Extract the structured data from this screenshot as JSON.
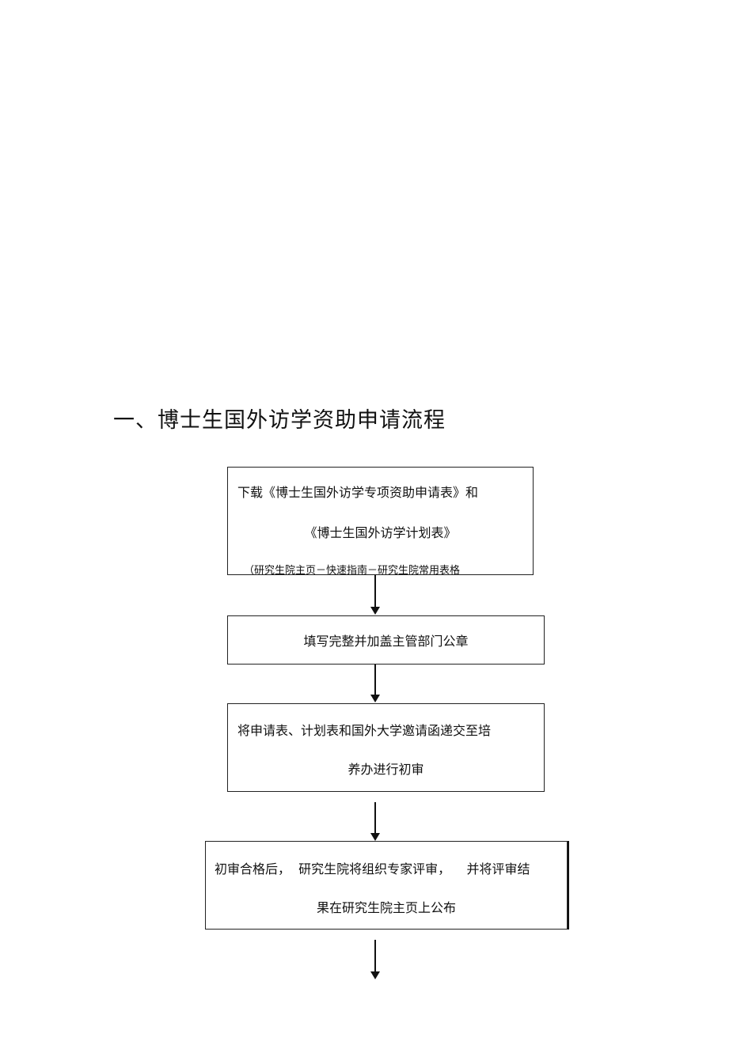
{
  "section": {
    "title": "一、博士生国外访学资助申请流程"
  },
  "steps": [
    {
      "lines": [
        "下载《博士生国外访学专项资助申请表》和",
        "《博士生国外访学计划表》",
        "（研究生院主页－快速指南－研究生院常用表格"
      ]
    },
    {
      "lines": [
        "填写完整并加盖主管部门公章"
      ]
    },
    {
      "lines": [
        "将申请表、计划表和国外大学邀请函递交至培",
        "养办进行初审"
      ]
    },
    {
      "lines": [
        "初审合格后，  研究生院将组织专家评审，    并将评审结",
        "果在研究生院主页上公布"
      ]
    }
  ]
}
